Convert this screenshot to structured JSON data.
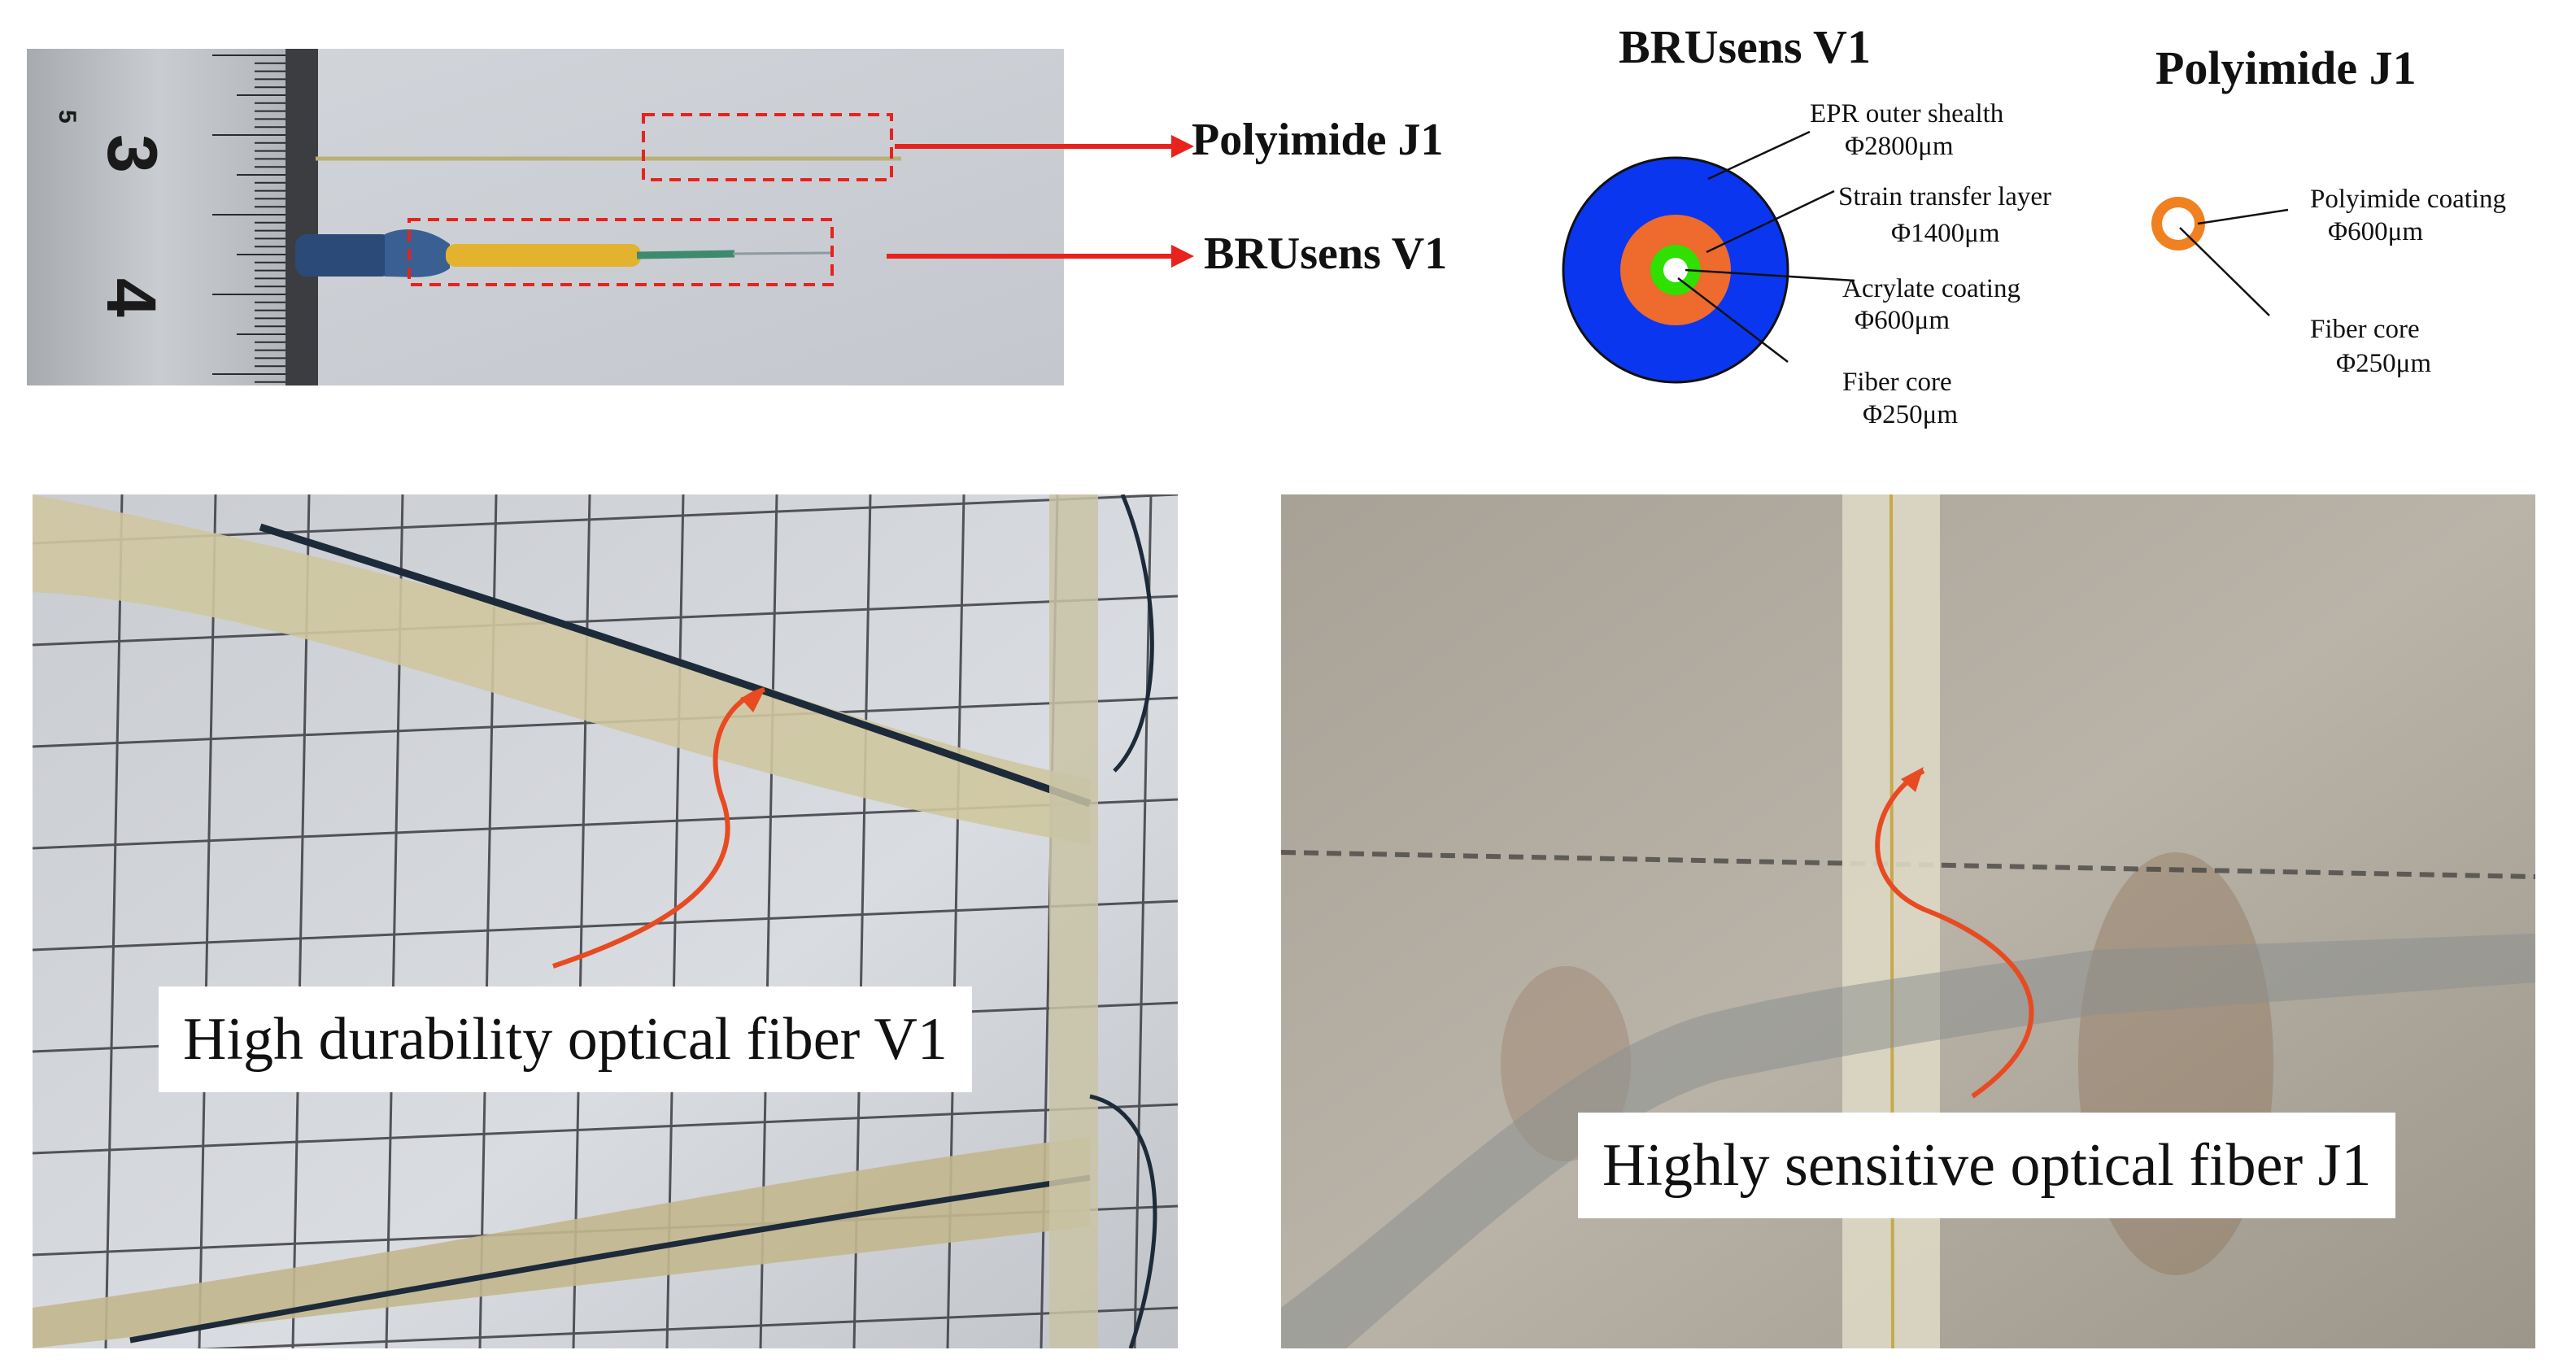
{
  "top_photo": {
    "ruler_marks": [
      "5",
      "3",
      "4"
    ],
    "labels": {
      "polyimide": "Polyimide J1",
      "brusens": "BRUsens V1"
    }
  },
  "brusens_diagram": {
    "title": "BRUsens V1",
    "layers": [
      {
        "name": "EPR outer shealth",
        "dim": "Φ2800μm",
        "color": "#0a36f0"
      },
      {
        "name": "Strain transfer layer",
        "dim": "Φ1400μm",
        "color": "#ee6a2d"
      },
      {
        "name": "Acrylate coating",
        "dim": "Φ600μm",
        "color": "#2fe000"
      },
      {
        "name": "Fiber core",
        "dim": "Φ250μm",
        "color": "#ffffff"
      }
    ]
  },
  "polyimide_diagram": {
    "title": "Polyimide J1",
    "layers": [
      {
        "name": "Polyimide coating",
        "dim": "Φ600μm",
        "color": "#f08020"
      },
      {
        "name": "Fiber core",
        "dim": "Φ250μm",
        "color": "#ffffff"
      }
    ]
  },
  "bottom_left": {
    "callout": "High durability optical fiber V1"
  },
  "bottom_right": {
    "callout": "Highly sensitive optical fiber J1"
  },
  "colors": {
    "arrow": "#e8221c",
    "dashed_box": "#e8221c",
    "callout_arrow": "#e84a22"
  }
}
